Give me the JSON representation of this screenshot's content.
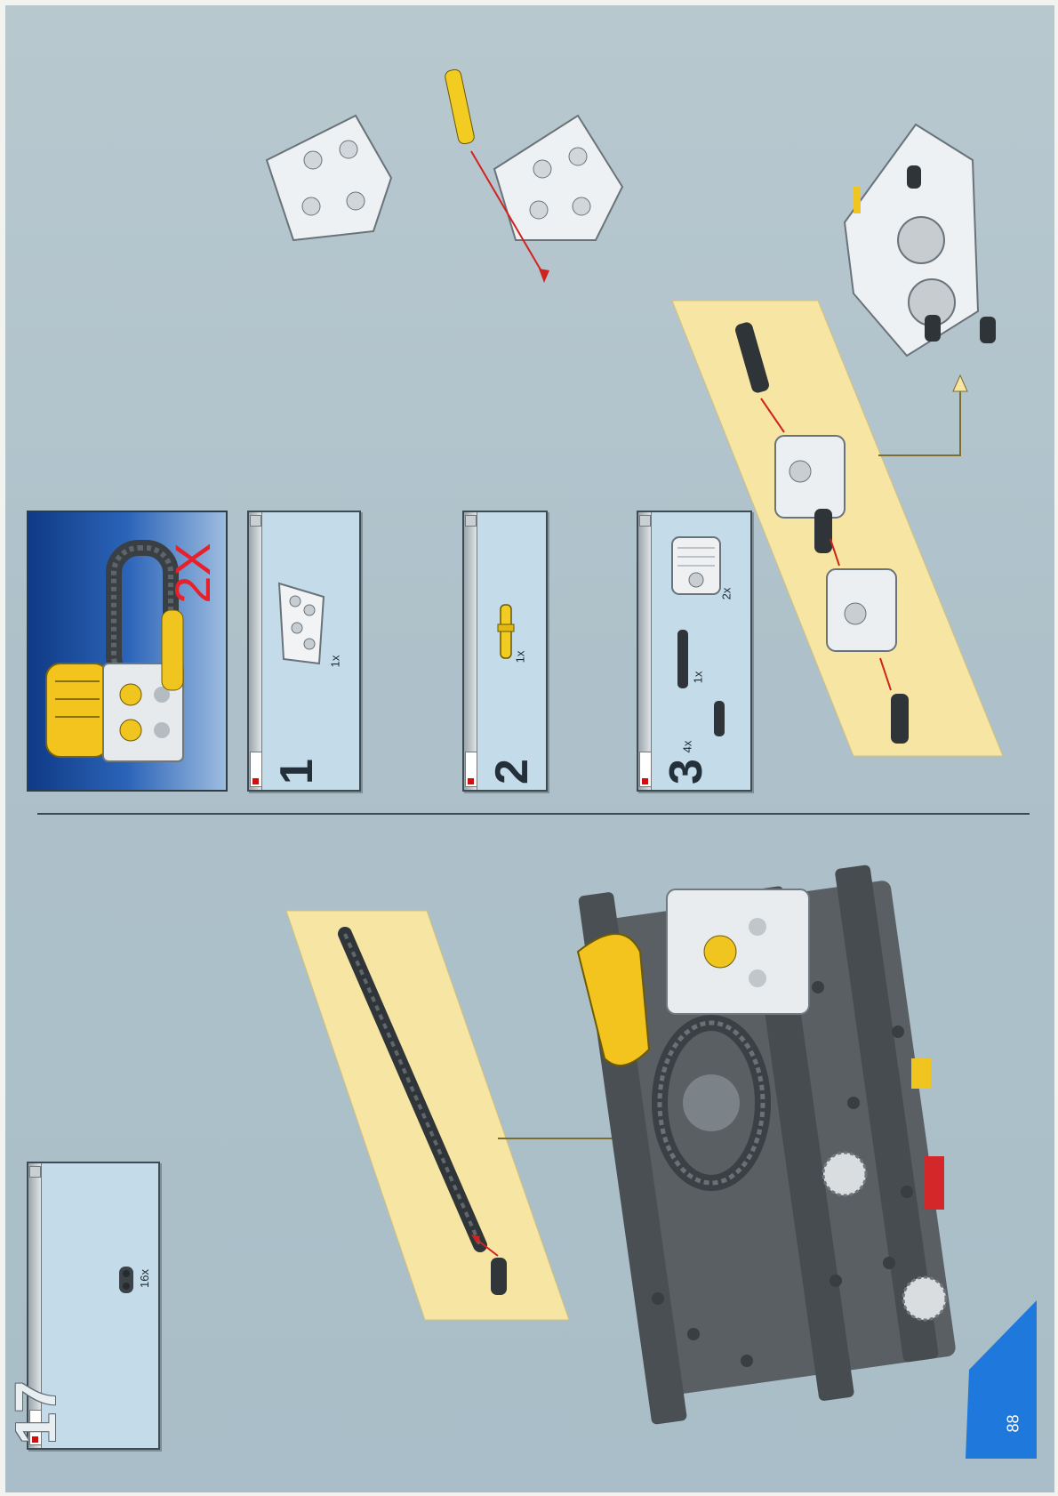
{
  "page": {
    "number": "88",
    "accent_blue": "#1d6fd0",
    "mat_color": "#f7e6a3"
  },
  "steps": [
    {
      "id": "17",
      "parts": [
        {
          "name": "chain-link-piece",
          "qty": "16x"
        }
      ]
    },
    {
      "id": "1",
      "parts": [
        {
          "name": "engine-block-piece",
          "qty": "1x"
        }
      ]
    },
    {
      "id": "2",
      "parts": [
        {
          "name": "yellow-pin-piece",
          "qty": "1x"
        }
      ]
    },
    {
      "id": "3",
      "parts": [
        {
          "name": "short-pin-piece",
          "qty": "4x"
        },
        {
          "name": "axle-pin-piece",
          "qty": "1x"
        },
        {
          "name": "cylinder-piece",
          "qty": "2x"
        }
      ]
    }
  ],
  "subassembly": {
    "multiplier": "2X"
  }
}
